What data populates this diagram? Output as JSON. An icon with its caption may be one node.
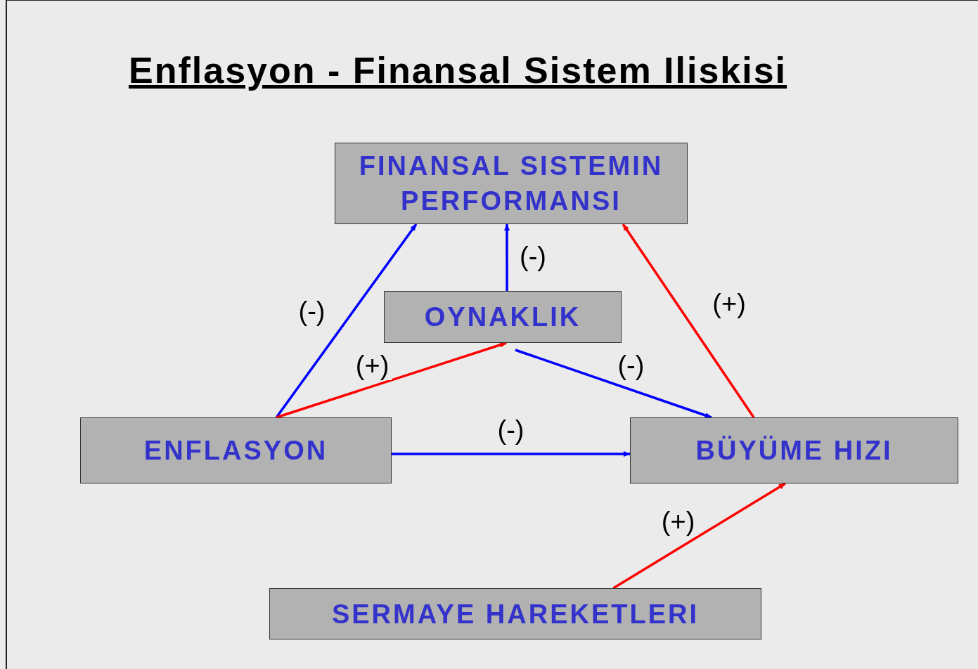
{
  "diagram": {
    "title": "Enflasyon - Finansal Sistem Iliskisi",
    "nodes": [
      {
        "text": [
          "FINANSAL SISTEMIN PERFORMANSI"
        ]
      },
      {
        "text": [
          "OYNAKLIK"
        ]
      },
      {
        "text": [
          "ENFLASYON"
        ]
      },
      {
        "text": [
          "BÜYÜME HIZI"
        ]
      },
      {
        "text": [
          "SERMAYE HAREKETLERI"
        ]
      }
    ],
    "edges": [
      {
        "from": 2,
        "to": 0,
        "arrow": "to",
        "label": "(-)"
      },
      {
        "from": 1,
        "to": 0,
        "arrow": "to",
        "label": "(-)"
      },
      {
        "from": 3,
        "to": 0,
        "arrow": "to",
        "label": "(+)",
        "color": "#ff0000"
      },
      {
        "from": 2,
        "to": 1,
        "arrow": "to",
        "label": "(+)",
        "color": "#ff0000"
      },
      {
        "from": 1,
        "to": 3,
        "arrow": "to",
        "label": "(-)"
      },
      {
        "from": 2,
        "to": 3,
        "arrow": "to",
        "label": "(-)"
      },
      {
        "from": 4,
        "to": 3,
        "arrow": "to",
        "label": "(+)",
        "color": "#ff0000"
      }
    ]
  }
}
